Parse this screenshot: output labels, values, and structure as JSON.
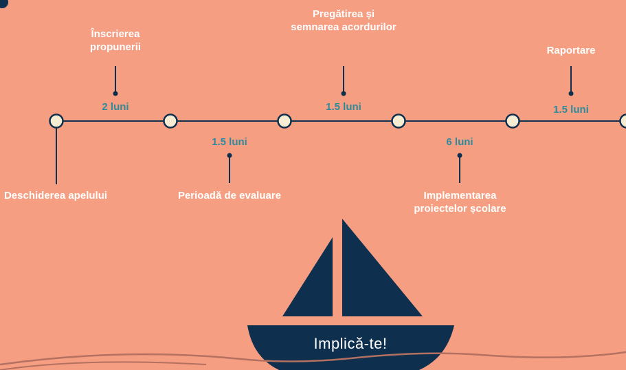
{
  "milestones": [
    {
      "label": "Deschiderea apelului"
    },
    {
      "label": "Înscrierea propunerii"
    },
    {
      "label": "Perioadă de evaluare"
    },
    {
      "label": "Pregătirea și semnarea acordurilor"
    },
    {
      "label": "Implementarea proiectelor școlare"
    },
    {
      "label": "Raportare"
    }
  ],
  "durations": [
    "2 luni",
    "1.5 luni",
    "1.5 luni",
    "6 luni",
    "1.5 luni"
  ],
  "cta": {
    "text": "Implică-te!"
  },
  "colors": {
    "background": "#f59e82",
    "navy": "#0e2f4e",
    "teal": "#2f8a9c",
    "node_fill": "#f6edd3",
    "label": "#ffffff"
  }
}
